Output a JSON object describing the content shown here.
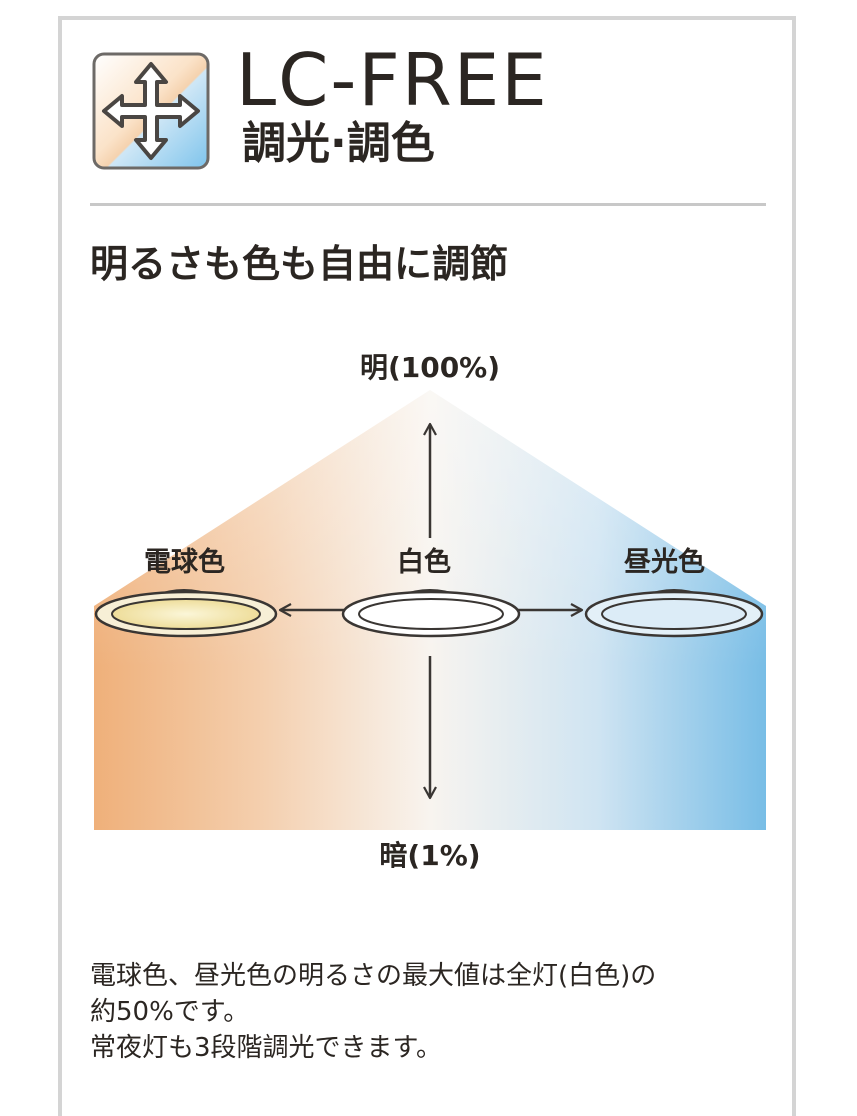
{
  "brand": {
    "title": "LC-FREE",
    "subtitle": "調光·調色",
    "icon": "four-way-arrow-icon"
  },
  "headline": "明るさも色も自由に調節",
  "diagram": {
    "top_label": "明(100%)",
    "bottom_label": "暗(1%)",
    "warm_label": "電球色",
    "white_label": "白色",
    "daylight_label": "昼光色",
    "colors": {
      "warm": "#efb684",
      "white": "#f7f3ee",
      "daylight": "#7ebfe6",
      "warm_lamp": "#f3e9b0",
      "outline": "#3a3633"
    }
  },
  "notes": [
    "電球色、昼光色の明るさの最大値は全灯(白色)の",
    "約50%です。",
    "常夜灯も3段階調光できます。"
  ]
}
